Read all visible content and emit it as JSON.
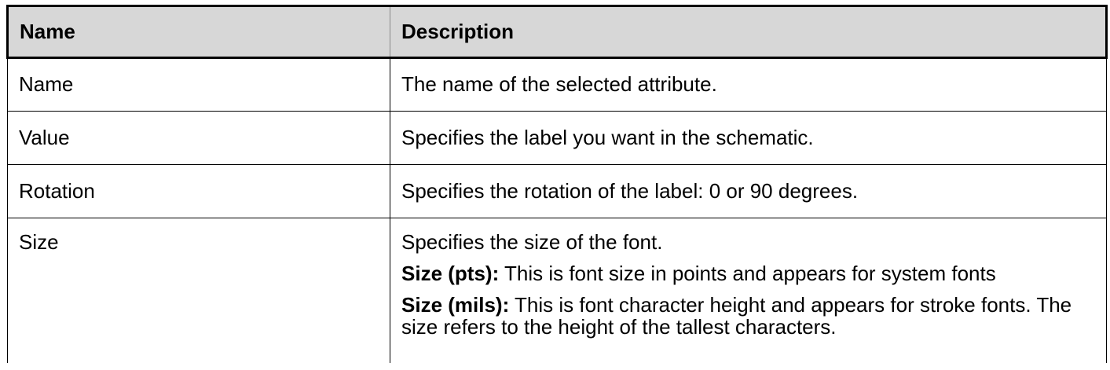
{
  "table": {
    "headers": {
      "name": "Name",
      "description": "Description"
    },
    "rows": [
      {
        "name": "Name",
        "description": "The name of the selected attribute."
      },
      {
        "name": "Value",
        "description": "Specifies the label you want in the schematic."
      },
      {
        "name": "Rotation",
        "description": "Specifies the rotation of the label: 0 or 90 degrees."
      }
    ],
    "size_row": {
      "name": "Size",
      "intro": "Specifies the size of the font.",
      "pts_label": "Size (pts):",
      "pts_text": " This is font size in points and appears for system fonts",
      "mils_label": "Size (mils):",
      "mils_text": " This is font character height and appears for stroke fonts. The size refers to the height of the tallest characters."
    }
  }
}
